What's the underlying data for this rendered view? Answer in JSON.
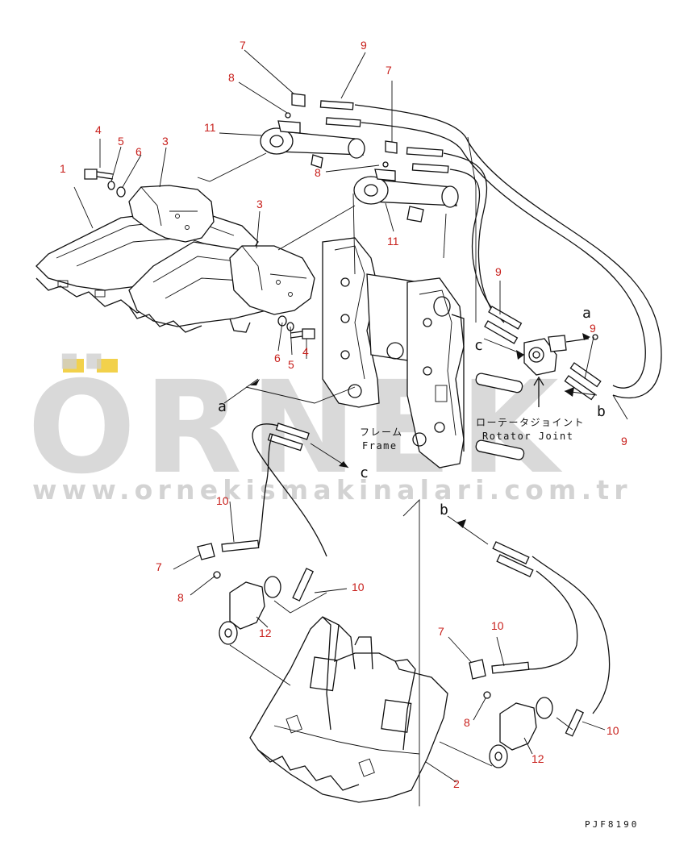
{
  "watermark": {
    "brand": "ÖRNEK",
    "url": "www.ornekismakinalari.com.tr",
    "accent_color": "#f2d14b",
    "text_color": "#cfcfcf"
  },
  "callouts": [
    {
      "id": "c1",
      "text": "1"
    },
    {
      "id": "c2",
      "text": "2"
    },
    {
      "id": "c3a",
      "text": "3"
    },
    {
      "id": "c3b",
      "text": "3"
    },
    {
      "id": "c4a",
      "text": "4"
    },
    {
      "id": "c4b",
      "text": "4"
    },
    {
      "id": "c5a",
      "text": "5"
    },
    {
      "id": "c5b",
      "text": "5"
    },
    {
      "id": "c6a",
      "text": "6"
    },
    {
      "id": "c6b",
      "text": "6"
    },
    {
      "id": "c7a",
      "text": "7"
    },
    {
      "id": "c7b",
      "text": "7"
    },
    {
      "id": "c7c",
      "text": "7"
    },
    {
      "id": "c7d",
      "text": "7"
    },
    {
      "id": "c8a",
      "text": "8"
    },
    {
      "id": "c8b",
      "text": "8"
    },
    {
      "id": "c8c",
      "text": "8"
    },
    {
      "id": "c8d",
      "text": "8"
    },
    {
      "id": "c9a",
      "text": "9"
    },
    {
      "id": "c9b",
      "text": "9"
    },
    {
      "id": "c9c",
      "text": "9"
    },
    {
      "id": "c9d",
      "text": "9"
    },
    {
      "id": "c10a",
      "text": "10"
    },
    {
      "id": "c10b",
      "text": "10"
    },
    {
      "id": "c10c",
      "text": "10"
    },
    {
      "id": "c10d",
      "text": "10"
    },
    {
      "id": "c11a",
      "text": "11"
    },
    {
      "id": "c11b",
      "text": "11"
    },
    {
      "id": "c12a",
      "text": "12"
    },
    {
      "id": "c12b",
      "text": "12"
    }
  ],
  "connectors": [
    {
      "id": "a1",
      "text": "a"
    },
    {
      "id": "a2",
      "text": "a"
    },
    {
      "id": "b1",
      "text": "b"
    },
    {
      "id": "b2",
      "text": "b"
    },
    {
      "id": "cc1",
      "text": "c"
    },
    {
      "id": "cc2",
      "text": "c"
    }
  ],
  "labels": {
    "frame_jp": "フレーム",
    "frame_en": "Frame",
    "rotator_jp": "ローテータジョイント",
    "rotator_en": "Rotator Joint"
  },
  "drawing_code": "PJF8190"
}
